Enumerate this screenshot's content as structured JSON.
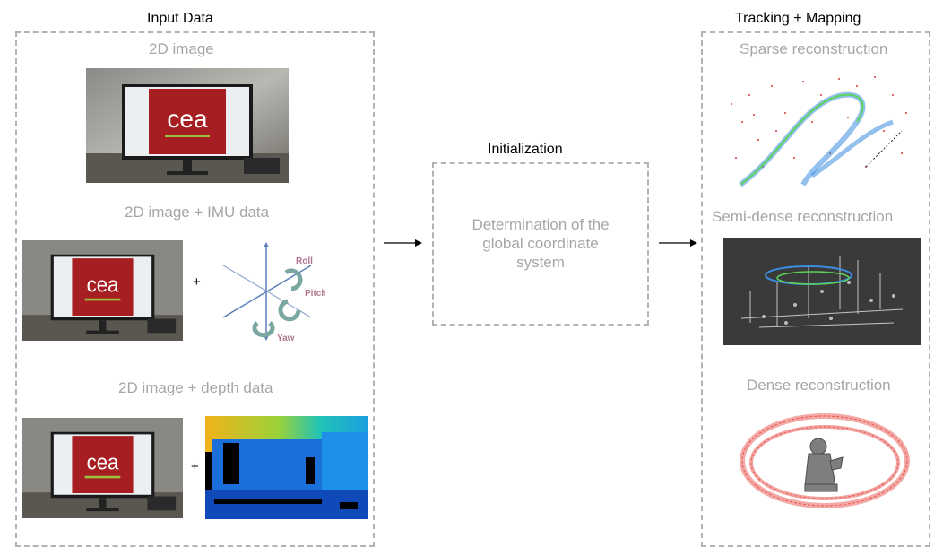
{
  "input": {
    "title": "Input Data",
    "rgb_label": "2D image",
    "imu_label": "2D image + IMU data",
    "depth_label": "2D image + depth data",
    "plus": "+",
    "logo_text": "cea",
    "imu_axes": {
      "roll": "Roll",
      "pitch": "Pitch",
      "yaw": "Yaw"
    }
  },
  "init": {
    "title": "Initialization",
    "line1": "Determination of the",
    "line2": "global coordinate",
    "line3": "system"
  },
  "tracking": {
    "title": "Tracking + Mapping",
    "sparse_label": "Sparse reconstruction",
    "semi_label": "Semi-dense reconstruction",
    "dense_label": "Dense reconstruction"
  },
  "colors": {
    "dash": "#b3b3b3",
    "label_gray": "#a6a6a6",
    "cea_red": "#a71e22",
    "imu_axis": "#5b7fb8",
    "imu_arrow": "#7aa7a1",
    "imu_text": "#b0758f"
  }
}
